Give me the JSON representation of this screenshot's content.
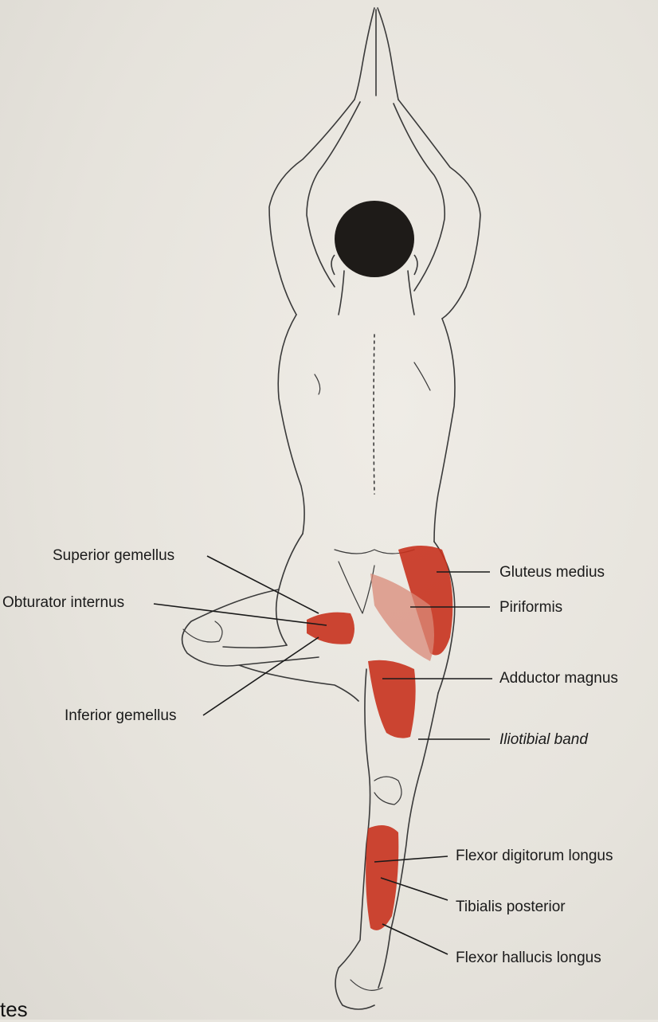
{
  "labels": {
    "superior_gemellus": "Superior gemellus",
    "obturator_internus": "Obturator internus",
    "inferior_gemellus": "Inferior gemellus",
    "gluteus_medius": "Gluteus medius",
    "piriformis": "Piriformis",
    "adductor_magnus": "Adductor magnus",
    "iliotibial_band": "Iliotibial band",
    "flexor_digitorum_longus": "Flexor digitorum longus",
    "tibialis_posterior": "Tibialis posterior",
    "flexor_hallucis_longus": "Flexor hallucis longus"
  },
  "footer_text": "tes",
  "colors": {
    "muscle": "#c8321e",
    "muscle_light": "#d98a78",
    "line": "#1a1a1a",
    "skin_line": "#3a3a3a",
    "hair": "#1e1b18"
  }
}
